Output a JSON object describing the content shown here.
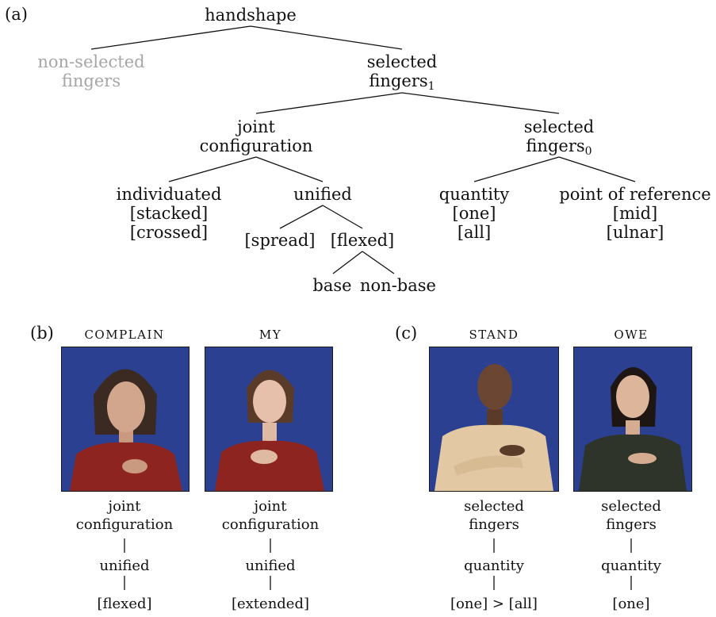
{
  "panel_a": {
    "letter": "(a)",
    "root": "handshape",
    "non_selected": [
      "non-selected",
      "fingers"
    ],
    "selected1": {
      "line1": "selected",
      "line2": "fingers",
      "sub": "1"
    },
    "joint_config": [
      "joint",
      "configuration"
    ],
    "selected0": {
      "line1": "selected",
      "line2": "fingers",
      "sub": "0"
    },
    "individuated": [
      "individuated",
      "[stacked]",
      "[crossed]"
    ],
    "unified": "unified",
    "spread": "[spread]",
    "flexed": "[flexed]",
    "base": "base",
    "non_base": "non-base",
    "quantity": [
      "quantity",
      "[one]",
      "[all]"
    ],
    "point_of_reference": [
      "point of reference",
      "[mid]",
      "[ulnar]"
    ]
  },
  "panel_b": {
    "letter": "(b)",
    "signs": [
      {
        "gloss": "complain",
        "lines": [
          "joint",
          "configuration"
        ],
        "level2": "unified",
        "level3": "[flexed]"
      },
      {
        "gloss": "my",
        "lines": [
          "joint",
          "configuration"
        ],
        "level2": "unified",
        "level3": "[extended]"
      }
    ]
  },
  "panel_c": {
    "letter": "(c)",
    "signs": [
      {
        "gloss": "stand",
        "lines": [
          "selected",
          "fingers"
        ],
        "level2": "quantity",
        "level3": "[one] > [all]"
      },
      {
        "gloss": "owe",
        "lines": [
          "selected",
          "fingers"
        ],
        "level2": "quantity",
        "level3": "[one]"
      }
    ]
  },
  "colors": {
    "photo_bg": "#2a3f8f",
    "grey_text": "#a6a6a6",
    "sweater_red": "#8e2420",
    "sweater_cream": "#e2c9a3",
    "sweater_dark": "#2e3429"
  }
}
